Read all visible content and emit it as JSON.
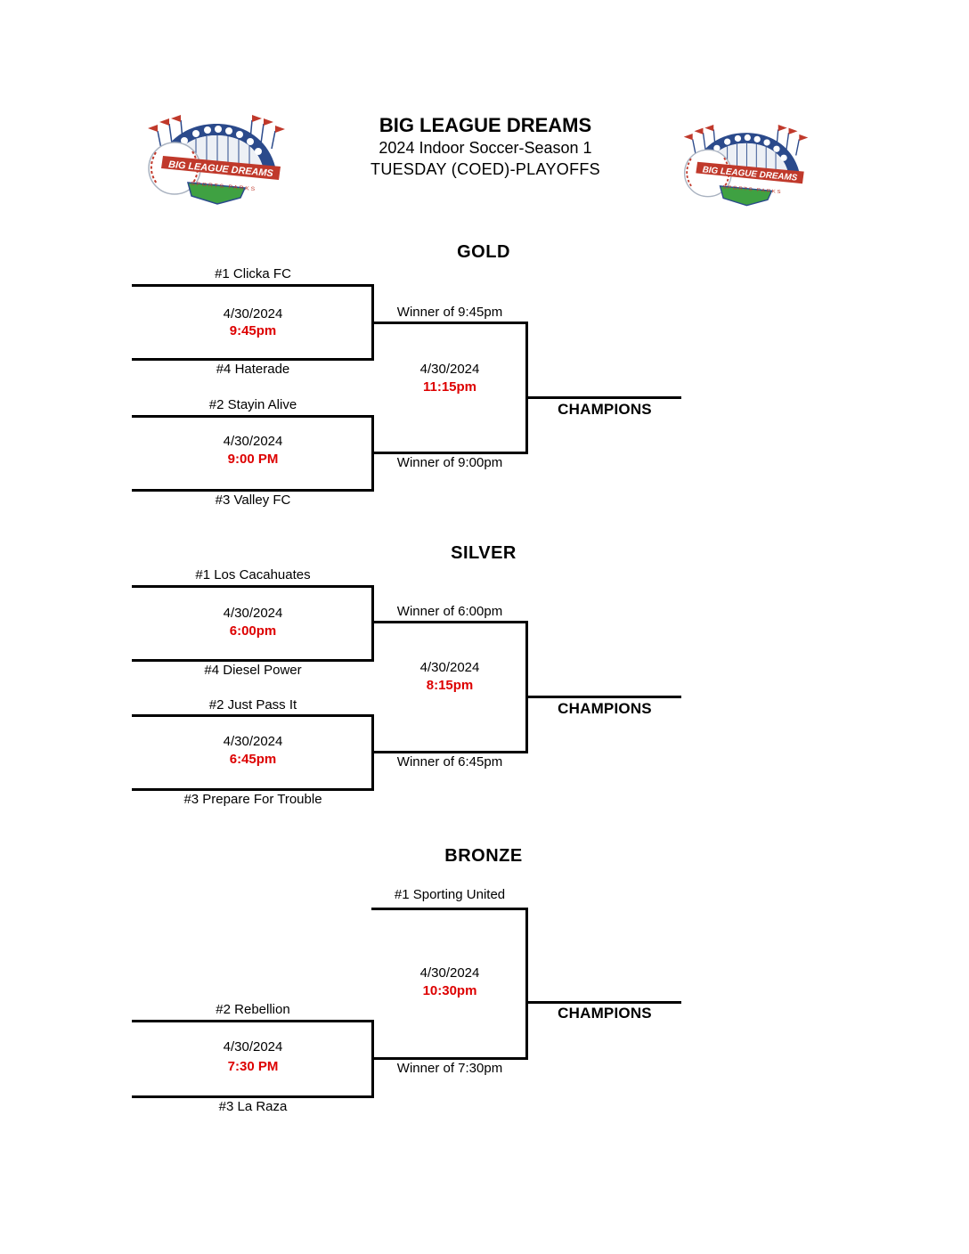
{
  "page": {
    "title": "BIG LEAGUE DREAMS",
    "subtitle1": "2024 Indoor Soccer-Season 1",
    "subtitle2": "TUESDAY (COED)-PLAYOFFS"
  },
  "logo": {
    "banner_text": "BIG LEAGUE DREAMS",
    "subtext": "SPORTS PARKS"
  },
  "colors": {
    "time_red": "#DD0000",
    "line_black": "#000000",
    "logo_navy": "#2B4A8B",
    "logo_red": "#C0392B",
    "logo_green": "#3FA142"
  },
  "gold": {
    "title": "GOLD",
    "match1": {
      "team_top": "#1 Clicka FC",
      "date": "4/30/2024",
      "time": "9:45pm",
      "team_bottom": "#4 Haterade"
    },
    "match2": {
      "team_top": "#2 Stayin Alive",
      "date": "4/30/2024",
      "time": "9:00 PM",
      "team_bottom": "#3 Valley FC"
    },
    "final": {
      "feeder_top": "Winner of 9:45pm",
      "date": "4/30/2024",
      "time": "11:15pm",
      "feeder_bottom": "Winner of 9:00pm"
    },
    "champions": "CHAMPIONS"
  },
  "silver": {
    "title": "SILVER",
    "match1": {
      "team_top": "#1 Los Cacahuates",
      "date": "4/30/2024",
      "time": "6:00pm",
      "team_bottom": "#4 Diesel Power"
    },
    "match2": {
      "team_top": "#2 Just Pass It",
      "date": "4/30/2024",
      "time": "6:45pm",
      "team_bottom": "#3 Prepare For Trouble"
    },
    "final": {
      "feeder_top": "Winner of 6:00pm",
      "date": "4/30/2024",
      "time": "8:15pm",
      "feeder_bottom": "Winner of 6:45pm"
    },
    "champions": "CHAMPIONS"
  },
  "bronze": {
    "title": "BRONZE",
    "bye_team": "#1 Sporting United",
    "match": {
      "team_top": "#2 Rebellion",
      "date": "4/30/2024",
      "time": "7:30 PM",
      "team_bottom": "#3 La Raza"
    },
    "final": {
      "date": "4/30/2024",
      "time": "10:30pm",
      "feeder_bottom": "Winner of 7:30pm"
    },
    "champions": "CHAMPIONS"
  }
}
